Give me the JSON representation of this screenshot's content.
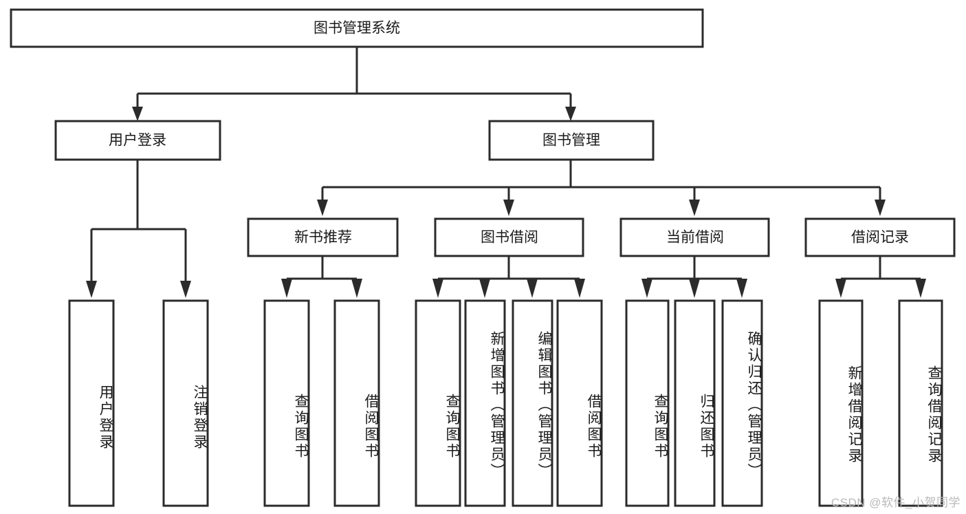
{
  "diagram": {
    "title": "图书管理系统",
    "type": "功能结构图",
    "style": {
      "box_fill": "#ffffff",
      "box_stroke": "#2b2b2b",
      "text_color": "#1a1a1a",
      "background": "#ffffff",
      "watermark_color": "#b9b9b9"
    }
  },
  "root": {
    "label": "图书管理系统"
  },
  "level2": [
    {
      "label": "用户登录"
    },
    {
      "label": "图书管理"
    }
  ],
  "level3": [
    {
      "label": "新书推荐"
    },
    {
      "label": "图书借阅"
    },
    {
      "label": "当前借阅"
    },
    {
      "label": "借阅记录"
    }
  ],
  "leaves": {
    "user_login": [
      {
        "label": "用户登录"
      },
      {
        "label": "注销登录"
      }
    ],
    "new_book_recommend": [
      {
        "label": "查询图书"
      },
      {
        "label": "借阅图书"
      }
    ],
    "book_borrow": [
      {
        "label": "查询图书"
      },
      {
        "label": "新增图书（管理员）"
      },
      {
        "label": "编辑图书（管理员）"
      },
      {
        "label": "借阅图书"
      }
    ],
    "current_borrow": [
      {
        "label": "查询图书"
      },
      {
        "label": "归还图书"
      },
      {
        "label": "确认归还（管理员）"
      }
    ],
    "borrow_record": [
      {
        "label": "新增借阅记录"
      },
      {
        "label": "查询借阅记录"
      }
    ]
  },
  "watermark": {
    "text": "CSDN @软件_小贺同学"
  },
  "chart_data": {
    "type": "tree",
    "title": "图书管理系统",
    "nodes": [
      {
        "id": "root",
        "label": "图书管理系统",
        "level": 0,
        "parent": null
      },
      {
        "id": "n1",
        "label": "用户登录",
        "level": 1,
        "parent": "root"
      },
      {
        "id": "n2",
        "label": "图书管理",
        "level": 1,
        "parent": "root"
      },
      {
        "id": "n1a",
        "label": "用户登录",
        "level": 2,
        "parent": "n1"
      },
      {
        "id": "n1b",
        "label": "注销登录",
        "level": 2,
        "parent": "n1"
      },
      {
        "id": "n2a",
        "label": "新书推荐",
        "level": 2,
        "parent": "n2"
      },
      {
        "id": "n2b",
        "label": "图书借阅",
        "level": 2,
        "parent": "n2"
      },
      {
        "id": "n2c",
        "label": "当前借阅",
        "level": 2,
        "parent": "n2"
      },
      {
        "id": "n2d",
        "label": "借阅记录",
        "level": 2,
        "parent": "n2"
      },
      {
        "id": "n2a1",
        "label": "查询图书",
        "level": 3,
        "parent": "n2a"
      },
      {
        "id": "n2a2",
        "label": "借阅图书",
        "level": 3,
        "parent": "n2a"
      },
      {
        "id": "n2b1",
        "label": "查询图书",
        "level": 3,
        "parent": "n2b"
      },
      {
        "id": "n2b2",
        "label": "新增图书（管理员）",
        "level": 3,
        "parent": "n2b"
      },
      {
        "id": "n2b3",
        "label": "编辑图书（管理员）",
        "level": 3,
        "parent": "n2b"
      },
      {
        "id": "n2b4",
        "label": "借阅图书",
        "level": 3,
        "parent": "n2b"
      },
      {
        "id": "n2c1",
        "label": "查询图书",
        "level": 3,
        "parent": "n2c"
      },
      {
        "id": "n2c2",
        "label": "归还图书",
        "level": 3,
        "parent": "n2c"
      },
      {
        "id": "n2c3",
        "label": "确认归还（管理员）",
        "level": 3,
        "parent": "n2c"
      },
      {
        "id": "n2d1",
        "label": "新增借阅记录",
        "level": 3,
        "parent": "n2d"
      },
      {
        "id": "n2d2",
        "label": "查询借阅记录",
        "level": 3,
        "parent": "n2d"
      }
    ]
  }
}
